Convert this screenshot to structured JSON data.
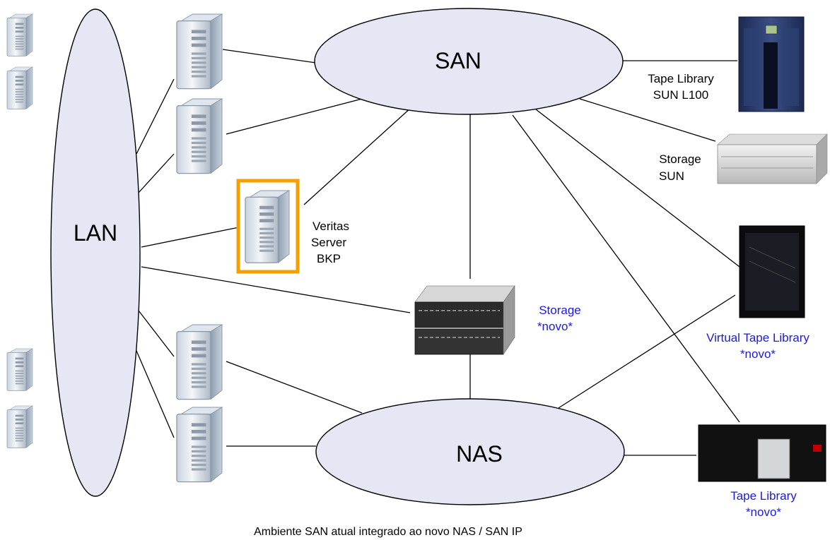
{
  "networks": {
    "san": "SAN",
    "nas": "NAS",
    "lan": "LAN"
  },
  "devices": {
    "veritas": [
      "Veritas",
      "Server",
      "BKP"
    ],
    "tape_library_sun": [
      "Tape Library",
      "SUN L100"
    ],
    "storage_sun": [
      "Storage",
      "SUN"
    ],
    "storage_new": [
      "Storage",
      "*novo*"
    ],
    "virtual_tape_library": [
      "Virtual Tape Library",
      "*novo*"
    ],
    "tape_library_new": [
      "Tape Library",
      "*novo*"
    ]
  },
  "caption": "Ambiente SAN atual integrado ao novo NAS / SAN IP",
  "colors": {
    "ellipse_fill": "#e6e6f5",
    "highlight_border": "#f5a000",
    "new_label": "#1a1ae6"
  },
  "icons": {
    "server": "server-tower-icon",
    "tape_library": "tape-library-icon",
    "storage": "storage-array-icon"
  }
}
